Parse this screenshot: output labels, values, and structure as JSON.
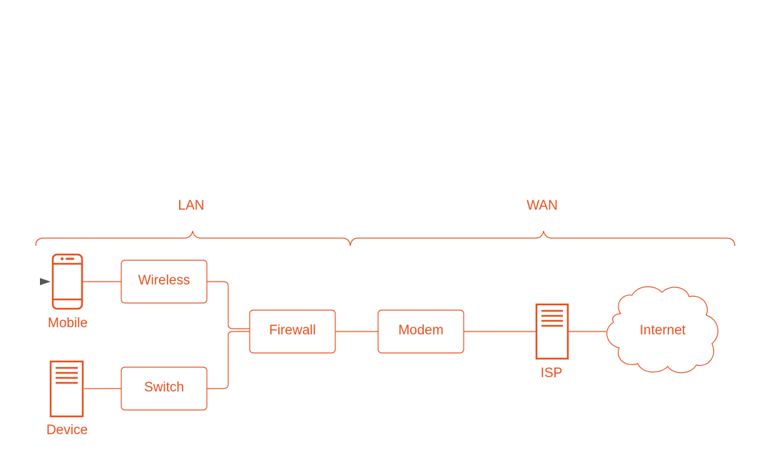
{
  "colors": {
    "accent": "#e8501e",
    "pointer": "#555555",
    "background": "#ffffff"
  },
  "groups": {
    "lan": "LAN",
    "wan": "WAN"
  },
  "nodes": {
    "mobile": {
      "label": "Mobile",
      "icon": "smartphone-icon"
    },
    "device": {
      "label": "Device",
      "icon": "server-icon"
    },
    "wireless": {
      "label": "Wireless"
    },
    "switch": {
      "label": "Switch"
    },
    "firewall": {
      "label": "Firewall"
    },
    "modem": {
      "label": "Modem"
    },
    "isp": {
      "label": "ISP",
      "icon": "server-icon"
    },
    "internet": {
      "label": "Internet",
      "icon": "cloud-icon"
    }
  },
  "connections": [
    [
      "mobile",
      "wireless"
    ],
    [
      "device",
      "switch"
    ],
    [
      "wireless",
      "firewall"
    ],
    [
      "switch",
      "firewall"
    ],
    [
      "firewall",
      "modem"
    ],
    [
      "modem",
      "isp"
    ],
    [
      "isp",
      "internet"
    ]
  ]
}
